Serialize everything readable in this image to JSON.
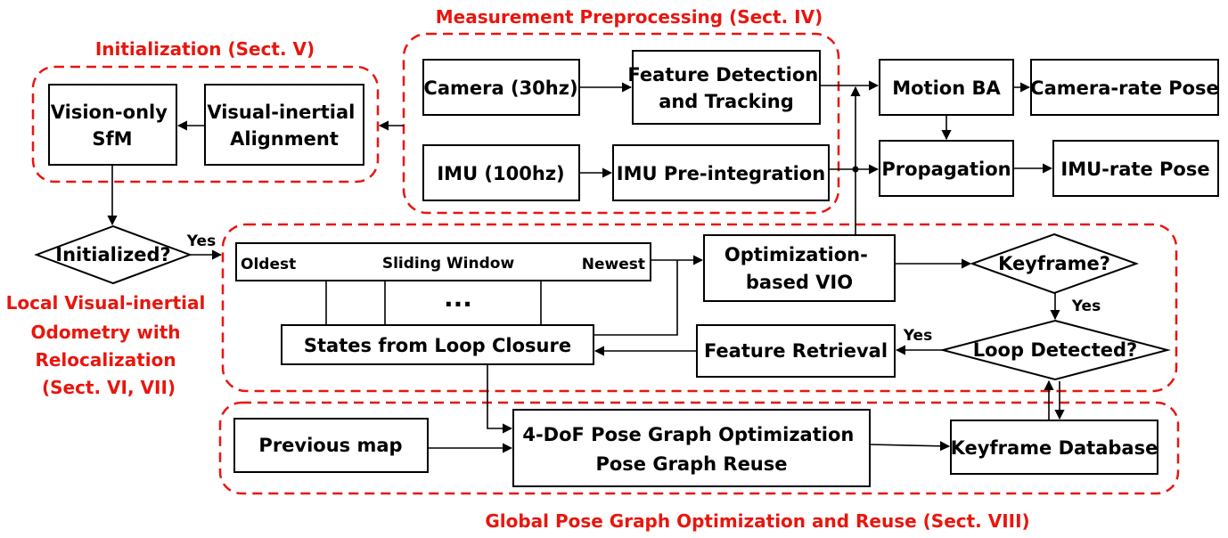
{
  "colors": {
    "group_border": "#e8160e",
    "group_label": "#e8160e",
    "line": "#000000"
  },
  "groups": {
    "measurement": {
      "label": "Measurement Preprocessing (Sect. IV)"
    },
    "initialization": {
      "label": "Initialization (Sect. V)"
    },
    "local_vio": {
      "label_lines": [
        "Local Visual-inertial",
        "Odometry with",
        "Relocalization",
        "(Sect. VI, VII)"
      ]
    },
    "global": {
      "label": "Global Pose Graph Optimization and Reuse  (Sect. VIII)"
    }
  },
  "nodes": {
    "camera": "Camera (30hz)",
    "feature_detection": [
      "Feature Detection",
      "and Tracking"
    ],
    "imu": "IMU (100hz)",
    "imu_preintegration": "IMU Pre-integration",
    "motion_ba": "Motion BA",
    "camera_rate_pose": "Camera-rate Pose",
    "propagation": "Propagation",
    "imu_rate_pose": "IMU-rate Pose",
    "vision_only_sfm": [
      "Vision-only",
      "SfM"
    ],
    "visual_inertial_alignment": [
      "Visual-inertial",
      "Alignment"
    ],
    "initialized": "Initialized?",
    "sliding_window": {
      "left": "Oldest",
      "center": "Sliding Window",
      "right": "Newest",
      "ellipsis": "..."
    },
    "states_from_loop_closure": "States from Loop Closure",
    "optimization_vio": [
      "Optimization-",
      "based VIO"
    ],
    "keyframe_decision": "Keyframe?",
    "loop_detected": "Loop Detected?",
    "feature_retrieval": "Feature Retrieval",
    "previous_map": "Previous map",
    "pose_graph": [
      "4-DoF Pose Graph Optimization",
      "Pose Graph Reuse"
    ],
    "keyframe_database": "Keyframe Database"
  },
  "edge_labels": {
    "initialized_yes": "Yes",
    "keyframe_yes": "Yes",
    "loop_yes": "Yes"
  }
}
